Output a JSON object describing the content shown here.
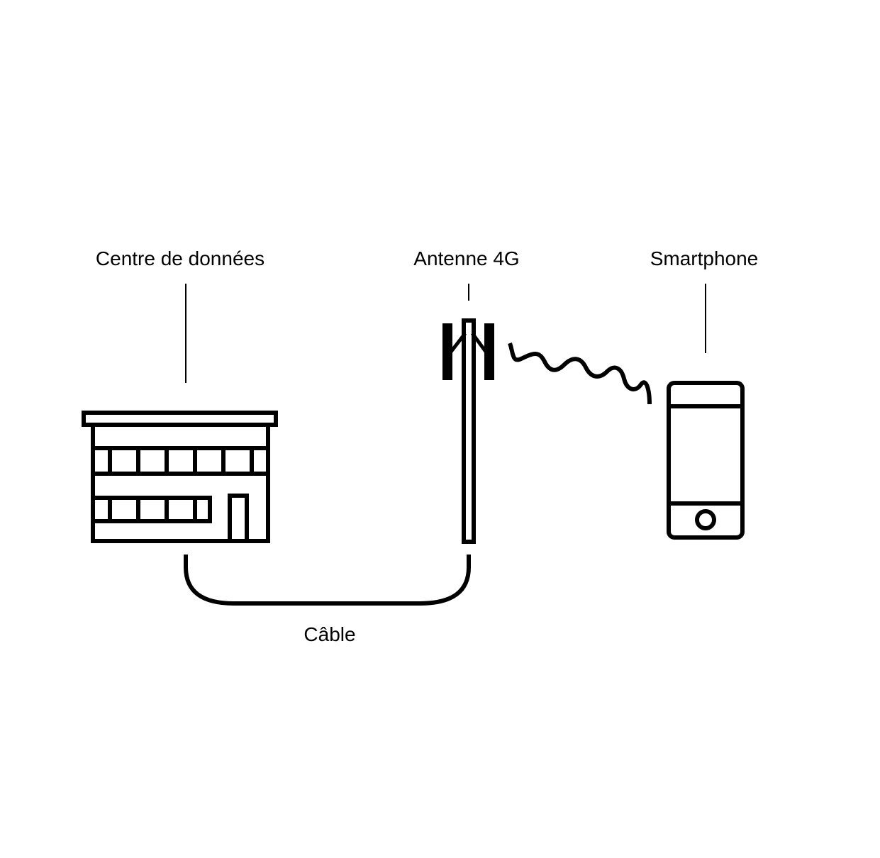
{
  "diagram": {
    "colors": {
      "ink": "#000000",
      "background": "#ffffff"
    },
    "nodes": {
      "datacenter": {
        "label": "Centre de données",
        "icon": "datacenter-building-icon"
      },
      "antenna": {
        "label": "Antenne 4G",
        "icon": "cell-tower-antenna-icon"
      },
      "smartphone": {
        "label": "Smartphone",
        "icon": "smartphone-icon"
      }
    },
    "links": {
      "cable": {
        "label": "Câble",
        "from": "Centre de données",
        "to": "Antenne 4G",
        "style": "wired"
      },
      "wireless": {
        "from": "Antenne 4G",
        "to": "Smartphone",
        "style": "wireless"
      }
    }
  }
}
